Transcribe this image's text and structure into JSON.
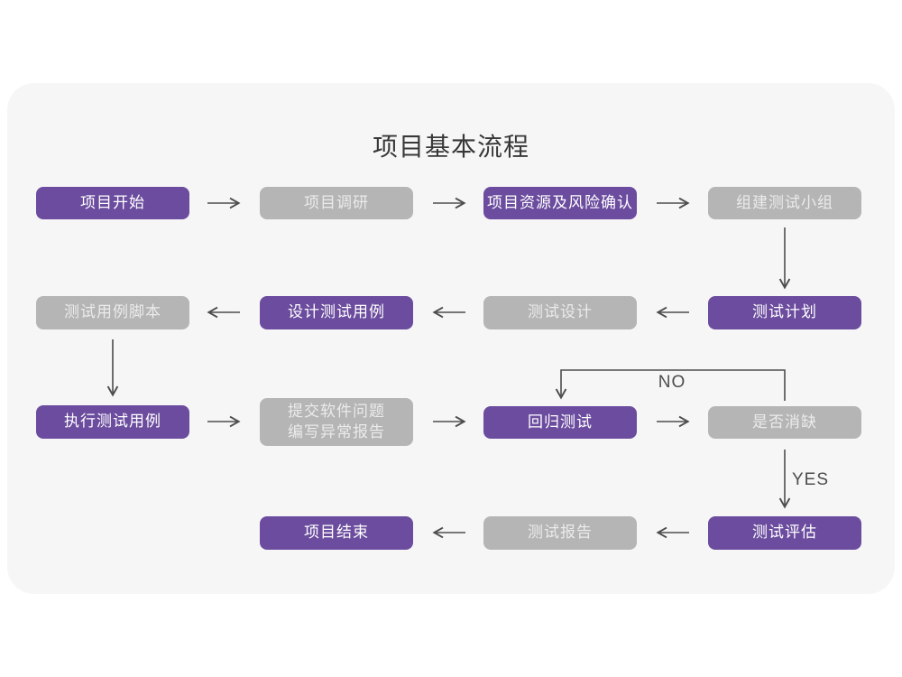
{
  "title": "项目基本流程",
  "colors": {
    "node_purple": "#6b4c9e",
    "node_gray": "#b5b5b5",
    "text_on_purple": "#ffffff",
    "text_on_gray": "#ebebeb",
    "card_background": "#f6f6f6",
    "page_background": "#ffffff",
    "arrow": "#4d4d4d",
    "title_text": "#383838"
  },
  "nodes": [
    {
      "label": "项目开始",
      "style": "purple"
    },
    {
      "label": "项目调研",
      "style": "gray"
    },
    {
      "label": "项目资源及风险确认",
      "style": "purple"
    },
    {
      "label": "组建测试小组",
      "style": "gray"
    },
    {
      "label": "测试用例脚本",
      "style": "gray"
    },
    {
      "label": "设计测试用例",
      "style": "purple"
    },
    {
      "label": "测试设计",
      "style": "gray"
    },
    {
      "label": "测试计划",
      "style": "purple"
    },
    {
      "label": "执行测试用例",
      "style": "purple"
    },
    {
      "label": "提交软件问题\n编写异常报告",
      "style": "gray"
    },
    {
      "label": "回归测试",
      "style": "purple"
    },
    {
      "label": "是否消缺",
      "style": "gray"
    },
    {
      "label": "项目结束",
      "style": "purple"
    },
    {
      "label": "测试报告",
      "style": "gray"
    },
    {
      "label": "测试评估",
      "style": "purple"
    }
  ],
  "edge_labels": {
    "no": "NO",
    "yes": "YES"
  },
  "edges": [
    {
      "from": "项目开始",
      "to": "项目调研"
    },
    {
      "from": "项目调研",
      "to": "项目资源及风险确认"
    },
    {
      "from": "项目资源及风险确认",
      "to": "组建测试小组"
    },
    {
      "from": "组建测试小组",
      "to": "测试计划"
    },
    {
      "from": "测试计划",
      "to": "测试设计"
    },
    {
      "from": "测试设计",
      "to": "设计测试用例"
    },
    {
      "from": "设计测试用例",
      "to": "测试用例脚本"
    },
    {
      "from": "测试用例脚本",
      "to": "执行测试用例"
    },
    {
      "from": "执行测试用例",
      "to": "提交软件问题 编写异常报告"
    },
    {
      "from": "提交软件问题 编写异常报告",
      "to": "回归测试"
    },
    {
      "from": "回归测试",
      "to": "是否消缺"
    },
    {
      "from": "是否消缺",
      "to": "回归测试",
      "label": "NO"
    },
    {
      "from": "是否消缺",
      "to": "测试评估",
      "label": "YES"
    },
    {
      "from": "测试评估",
      "to": "测试报告"
    },
    {
      "from": "测试报告",
      "to": "项目结束"
    }
  ]
}
